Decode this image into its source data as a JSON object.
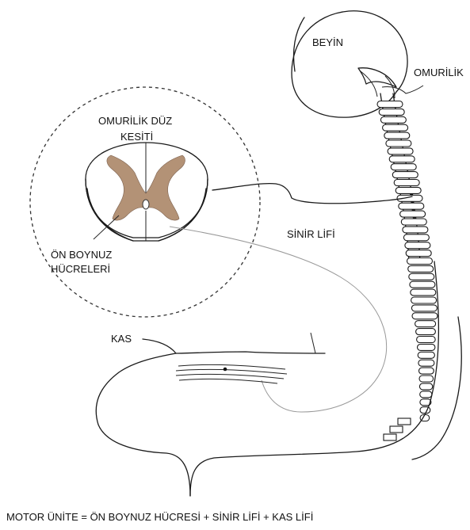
{
  "labels": {
    "brain": "BEYİN",
    "spinal_cord": "OMURİLİK",
    "cross_section": "OMURİLİK DÜZ",
    "cross_section_2": "KESİTİ",
    "nerve_fiber": "SİNİR LİFİ",
    "anterior_horn": "ÖN BOYNUZ",
    "anterior_horn_2": "HÜCRELERİ",
    "muscle": "KAS"
  },
  "formula": "MOTOR ÜNİTE = ÖN BOYNUZ HÜCRESİ + SİNİR LİFİ + KAS LİFİ",
  "colors": {
    "grey_matter": "#b39276",
    "line": "#1a1a1a",
    "faint_line": "#999999"
  }
}
